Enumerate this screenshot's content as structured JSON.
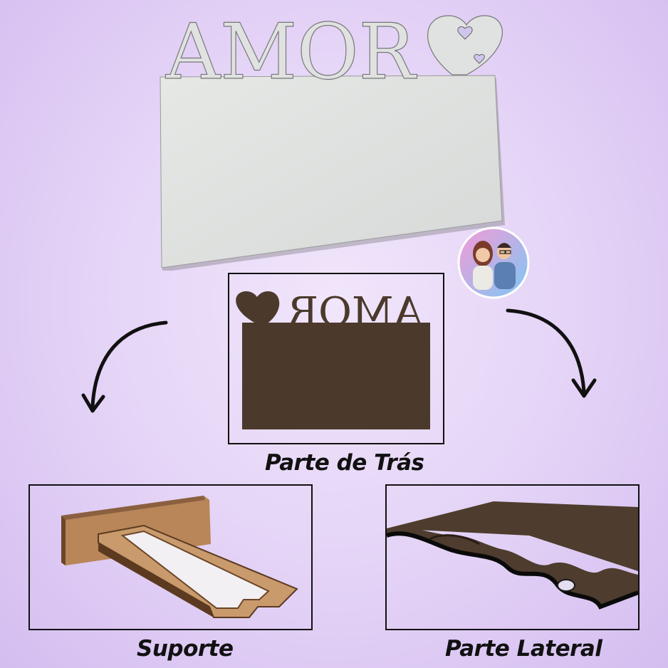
{
  "product": {
    "word": "AMOR",
    "colors": {
      "front": "#dfe2e0",
      "back": "#4b3a2c",
      "mdf": "#c99a6c",
      "frame": "#111111"
    }
  },
  "captions": {
    "back": "Parte de Trás",
    "stand": "Suporte",
    "side": "Parte Lateral"
  },
  "icons": {
    "avatar": "couple-avatar-icon",
    "arrow": "curved-arrow-icon"
  }
}
